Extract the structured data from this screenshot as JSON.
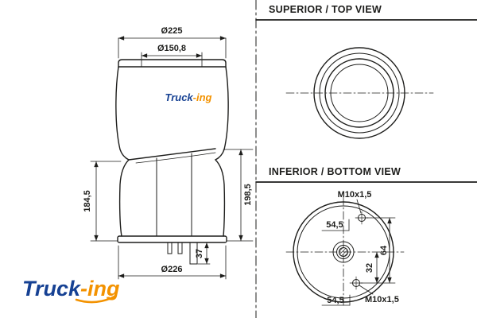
{
  "drawing": {
    "top_view_title": "SUPERIOR / TOP VIEW",
    "bottom_view_title": "INFERIOR / BOTTOM VIEW"
  },
  "side_view_dims": {
    "top_outer_diameter": "Ø225",
    "top_inner_diameter": "Ø150,8",
    "height_left": "184,5",
    "height_right": "198,5",
    "stud_length": "37",
    "bottom_diameter": "Ø226"
  },
  "bottom_view_dims": {
    "bolt_thread_top": "M10x1,5",
    "offset_top": "54,5",
    "vertical_offset": "32",
    "bolt_vertical_spacing": "64",
    "bolt_thread_bottom": "M10x1,5",
    "offset_bottom": "54,5"
  },
  "logo": {
    "word": "Truck",
    "suffix": "-ing"
  },
  "colors": {
    "ink": "#1d1d1b",
    "logo_blue": "#164193",
    "logo_orange": "#f39200",
    "background": "#ffffff"
  }
}
